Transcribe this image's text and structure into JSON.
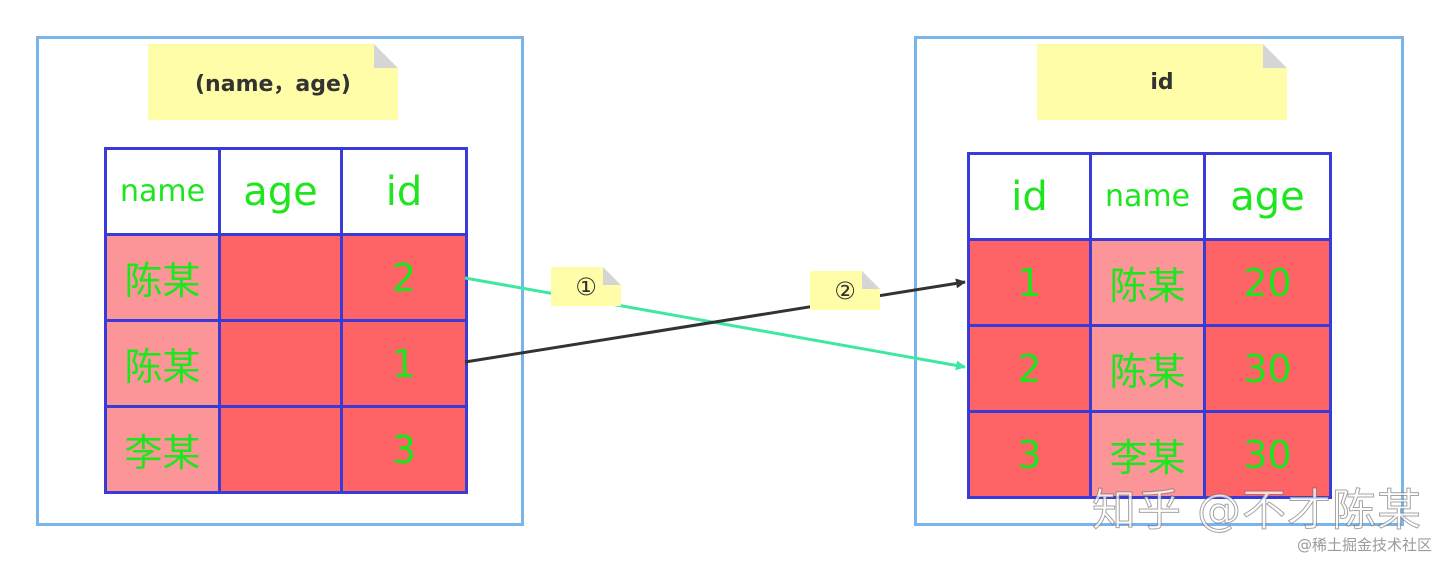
{
  "left_panel": {
    "note_label": "(name，age)",
    "columns": [
      "name",
      "age",
      "id"
    ],
    "rows": [
      {
        "name": "陈某",
        "age": "",
        "id": "2"
      },
      {
        "name": "陈某",
        "age": "",
        "id": "1"
      },
      {
        "name": "李某",
        "age": "",
        "id": "3"
      }
    ]
  },
  "right_panel": {
    "note_label": "id",
    "columns": [
      "id",
      "name",
      "age"
    ],
    "rows": [
      {
        "id": "1",
        "name": "陈某",
        "age": "20"
      },
      {
        "id": "2",
        "name": "陈某",
        "age": "30"
      },
      {
        "id": "3",
        "name": "李某",
        "age": "30"
      }
    ]
  },
  "steps": {
    "step_1": "①",
    "step_2": "②"
  },
  "connections": [
    {
      "from": "left row id 2",
      "to": "right row id 2",
      "step": "①",
      "color": "#3ee8a0"
    },
    {
      "from": "left row id 1",
      "to": "right row id 1",
      "step": "②",
      "color": "#333333"
    }
  ],
  "colors": {
    "panel_border": "#79b4ea",
    "table_border": "#3a3ad6",
    "cell_text": "#1ee61e",
    "cell_pink": "#fb9597",
    "cell_red": "#fe6466",
    "note_bg": "#fffda8"
  },
  "watermark": "知乎 @不才陈某",
  "credit": "@稀土掘金技术社区"
}
